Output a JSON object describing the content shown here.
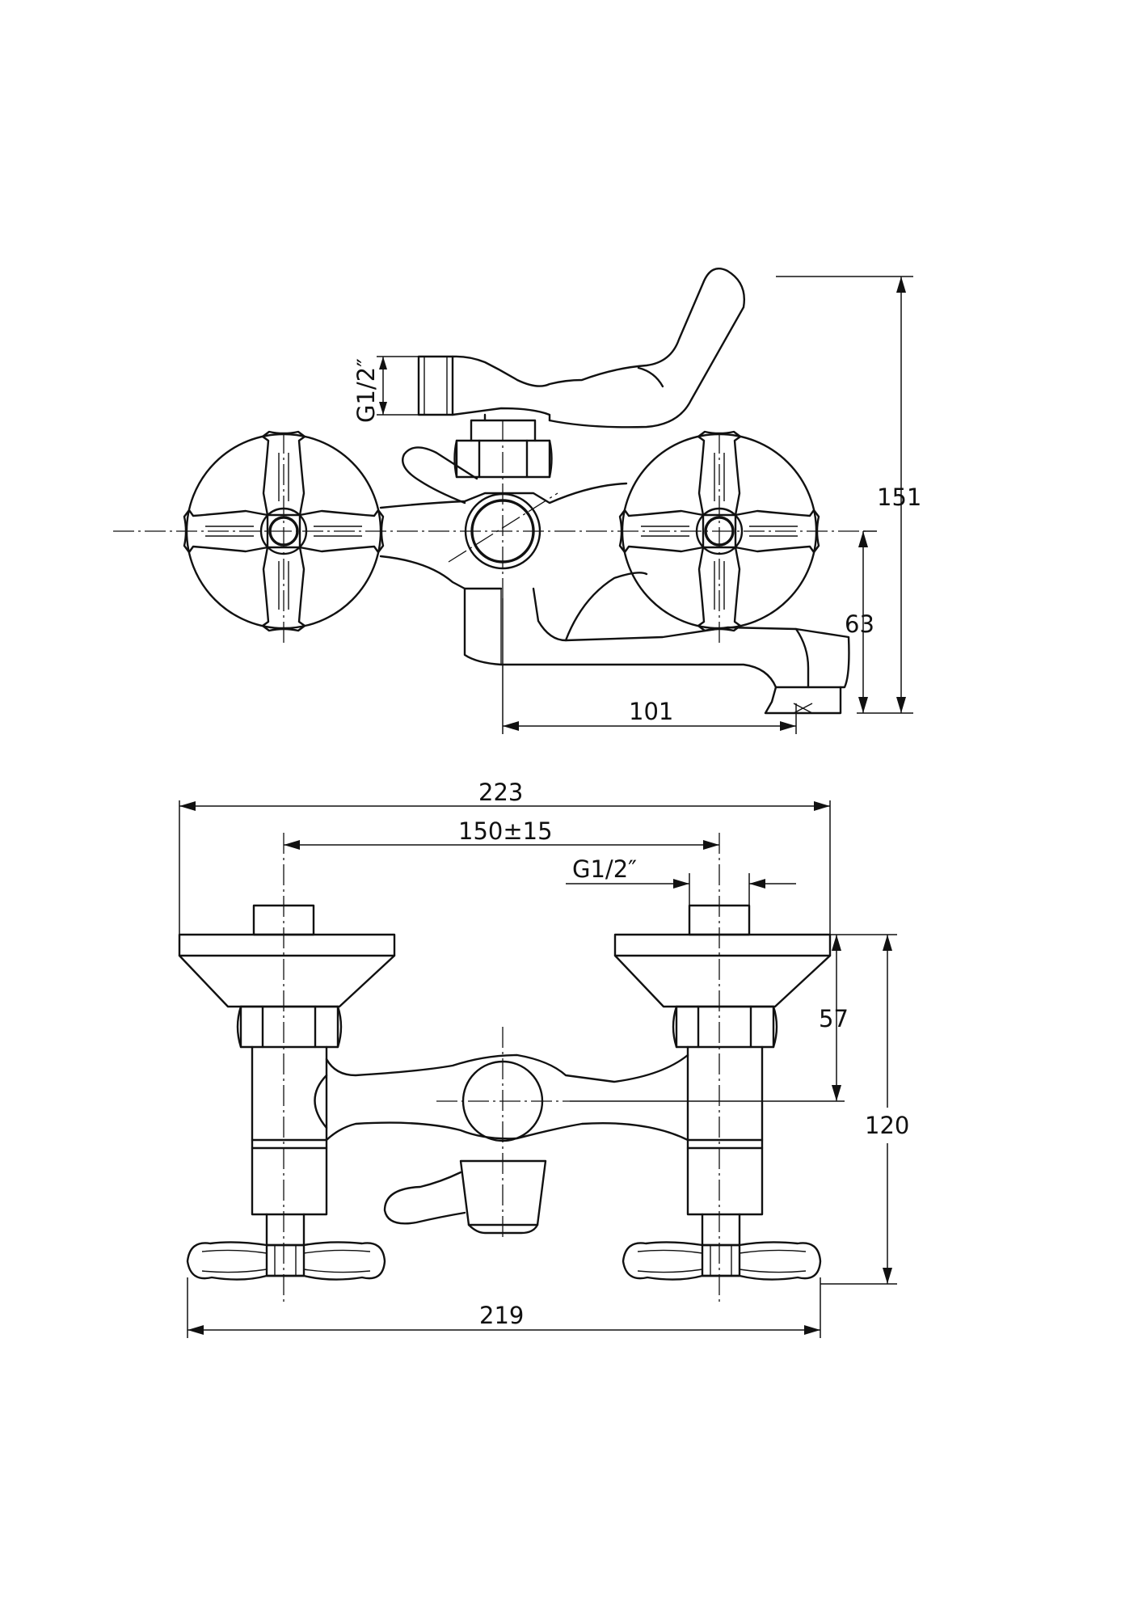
{
  "drawing": {
    "dimensions": {
      "thread_top_view": "G1/2″",
      "overall_height_top_view": "151",
      "spout_drop": "63",
      "spout_reach": "101",
      "overall_width": "223",
      "inlet_center_distance": "150±15",
      "thread_front_view": "G1/2″",
      "body_offset": "57",
      "overall_depth": "120",
      "handle_span": "219"
    }
  }
}
